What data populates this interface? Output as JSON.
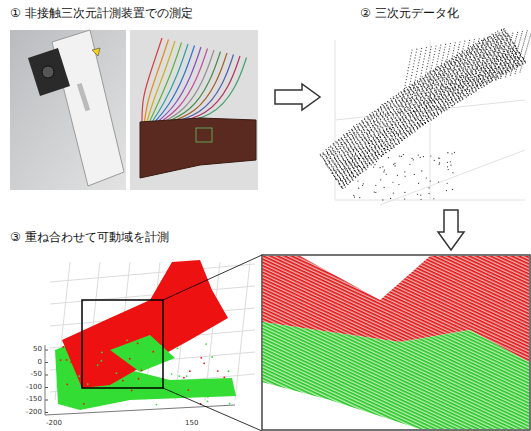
{
  "diagram": {
    "nodes": [
      {
        "text": [
          "① 非接触三次元計測装置での測定"
        ]
      },
      {
        "text": [
          "② 三次元データ化"
        ]
      },
      {
        "text": [
          "③ 重ね合わせて可動域を計測"
        ]
      }
    ],
    "edges": [
      {
        "from": 0,
        "to": 1,
        "arrow": "to"
      },
      {
        "from": 1,
        "to": 2,
        "arrow": "to"
      }
    ],
    "labels": [
      "50",
      "0",
      "-50",
      "-100",
      "-150",
      "-200",
      "-200",
      "150"
    ]
  }
}
